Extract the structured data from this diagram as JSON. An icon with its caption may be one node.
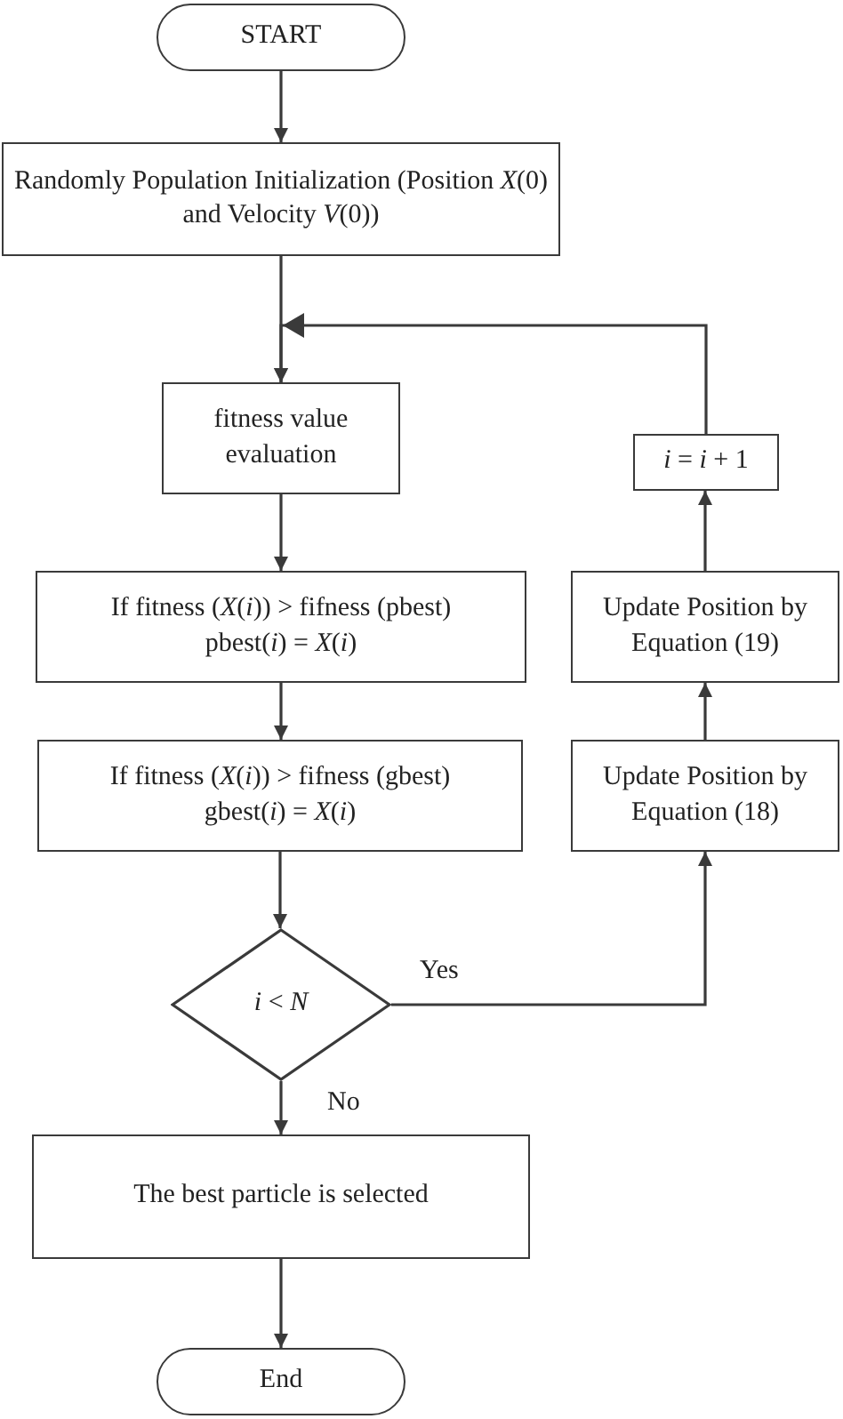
{
  "diagram": {
    "nodes": [
      {
        "text": [
          "START"
        ]
      },
      {
        "text": [
          "Randomly Population Initialization (Position *X*(0) and Velocity *V*(0))"
        ]
      },
      {
        "text": [
          "fitness value evaluation"
        ]
      },
      {
        "text": [
          "*i* = *i* + 1"
        ]
      },
      {
        "text": [
          "If fitness (*X*(*i*)) > fifness (pbest)",
          "pbest(*i*) = *X*(*i*)"
        ]
      },
      {
        "text": [
          "Update Position by Equation (19)"
        ]
      },
      {
        "text": [
          "If fitness (*X*(*i*)) > fifness (gbest)",
          "gbest(*i*) = *X*(*i*)"
        ]
      },
      {
        "text": [
          "Update Position by Equation (18)"
        ]
      },
      {
        "text": [
          "*i* < *N*"
        ]
      },
      {
        "text": [
          "The best particle is selected"
        ]
      },
      {
        "text": [
          "End"
        ]
      }
    ],
    "edges": [
      {
        "from": 0,
        "to": 1,
        "arrow": "to"
      },
      {
        "from": 1,
        "to": 2,
        "arrow": "to"
      },
      {
        "from": 2,
        "to": 4,
        "arrow": "to"
      },
      {
        "from": 4,
        "to": 6,
        "arrow": "to"
      },
      {
        "from": 6,
        "to": 8,
        "arrow": "to"
      },
      {
        "from": 8,
        "to": 9,
        "arrow": "to",
        "label": "No"
      },
      {
        "from": 9,
        "to": 10,
        "arrow": "to"
      },
      {
        "from": 8,
        "to": 7,
        "arrow": "to",
        "label": "Yes"
      },
      {
        "from": 7,
        "to": 5,
        "arrow": "to"
      },
      {
        "from": 5,
        "to": 3,
        "arrow": "to"
      },
      {
        "from": 3,
        "to": 2,
        "arrow": "to"
      }
    ]
  }
}
